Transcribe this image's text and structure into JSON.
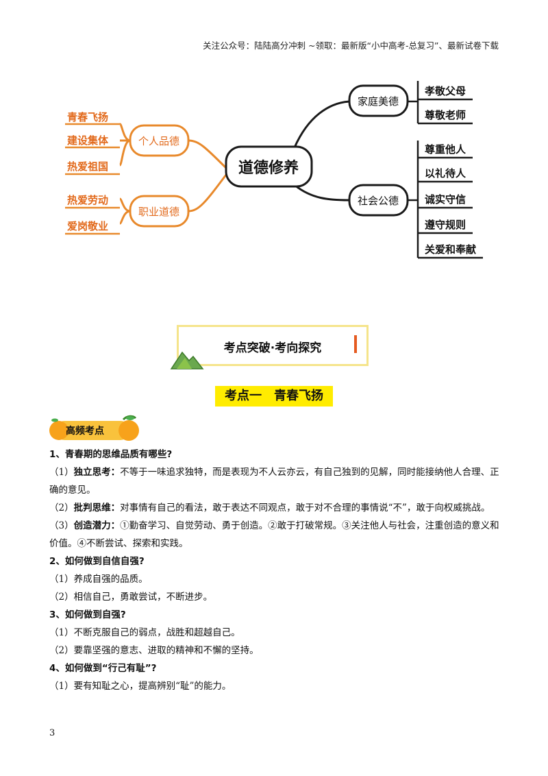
{
  "header_note": "关注公众号：陆陆高分冲刺 ~领取：最新版“小中高考-总复习”、最新试卷下载",
  "mindmap": {
    "center": "道德修养",
    "left": [
      {
        "label": "个人品德",
        "leaves": [
          "青春飞扬",
          "建设集体",
          "热爱祖国"
        ]
      },
      {
        "label": "职业道德",
        "leaves": [
          "热爱劳动",
          "爱岗敬业"
        ]
      }
    ],
    "right": [
      {
        "label": "家庭美德",
        "leaves": [
          "孝敬父母",
          "尊敬老师"
        ]
      },
      {
        "label": "社会公德",
        "leaves": [
          "尊重他人",
          "以礼待人",
          "诚实守信",
          "遵守规则",
          "关爱和奉献"
        ]
      }
    ]
  },
  "section_banner": "考点突破·考向探究",
  "kaodian_title": "考点一　青春飞扬",
  "hot_tag": "高频考点",
  "content": {
    "q1": "1、青春期的思维品质有哪些?",
    "q1_a1_label": "独立思考：",
    "q1_a1_prefix": "（1）",
    "q1_a1_text": "不等于一味追求独特，而是表现为不人云亦云，有自己独到的见解，同时能接纳他人合理、正确的意见。",
    "q1_a2_prefix": "（2）",
    "q1_a2_label": "批判思维：",
    "q1_a2_text": "对事情有自己的看法，敢于表达不同观点，敢于对不合理的事情说“不”，敢于向权威挑战。",
    "q1_a3_prefix": "（3）",
    "q1_a3_label": "创造潜力：",
    "q1_a3_text": "①勤奋学习、自觉劳动、勇于创造。②敢于打破常规。③关注他人与社会，注重创造的意义和价值。④不断尝试、探索和实践。",
    "q2": "2、如何做到自信自强?",
    "q2_a1": "（1）养成自强的品质。",
    "q2_a2": "（2）相信自己，勇敢尝试，不断进步。",
    "q3": "3、如何做到自强?",
    "q3_a1": "（1）不断克服自己的弱点，战胜和超越自己。",
    "q3_a2": "（2）要靠坚强的意志、进取的精神和不懈的坚持。",
    "q4": "4、如何做到“行己有耻”?",
    "q4_a1": "（1）要有知耻之心，提高辨别“耻”的能力。"
  },
  "page_number": "3",
  "colors": {
    "orange": "#e8892b",
    "leaf_orange": "#e26a1c",
    "dark": "#1a1a1a",
    "yellow": "#ffec00",
    "banner_border": "#f5e48a"
  }
}
